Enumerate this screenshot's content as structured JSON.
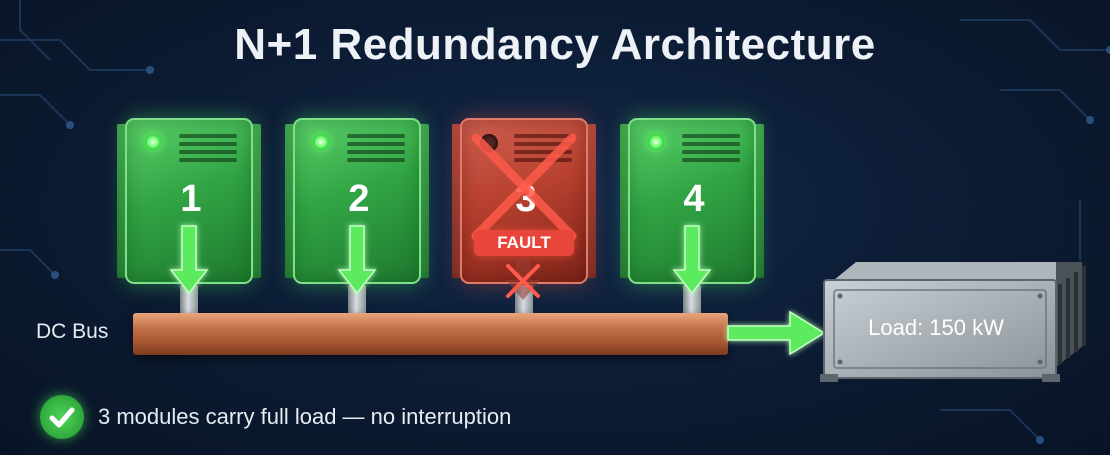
{
  "title": "N+1 Redundancy Architecture",
  "modules": [
    {
      "label": "1",
      "status": "ok"
    },
    {
      "label": "2",
      "status": "ok"
    },
    {
      "label": "3",
      "status": "fault",
      "badge": "FAULT"
    },
    {
      "label": "4",
      "status": "ok"
    }
  ],
  "bus": {
    "label": "DC Bus"
  },
  "load": {
    "label": "Load: 150 kW"
  },
  "status": {
    "message": "3 modules carry full load — no interruption"
  },
  "colors": {
    "ok": "#31a544",
    "fault": "#c94a38",
    "bus": "#b8653d",
    "arrow": "#5bea5e"
  }
}
